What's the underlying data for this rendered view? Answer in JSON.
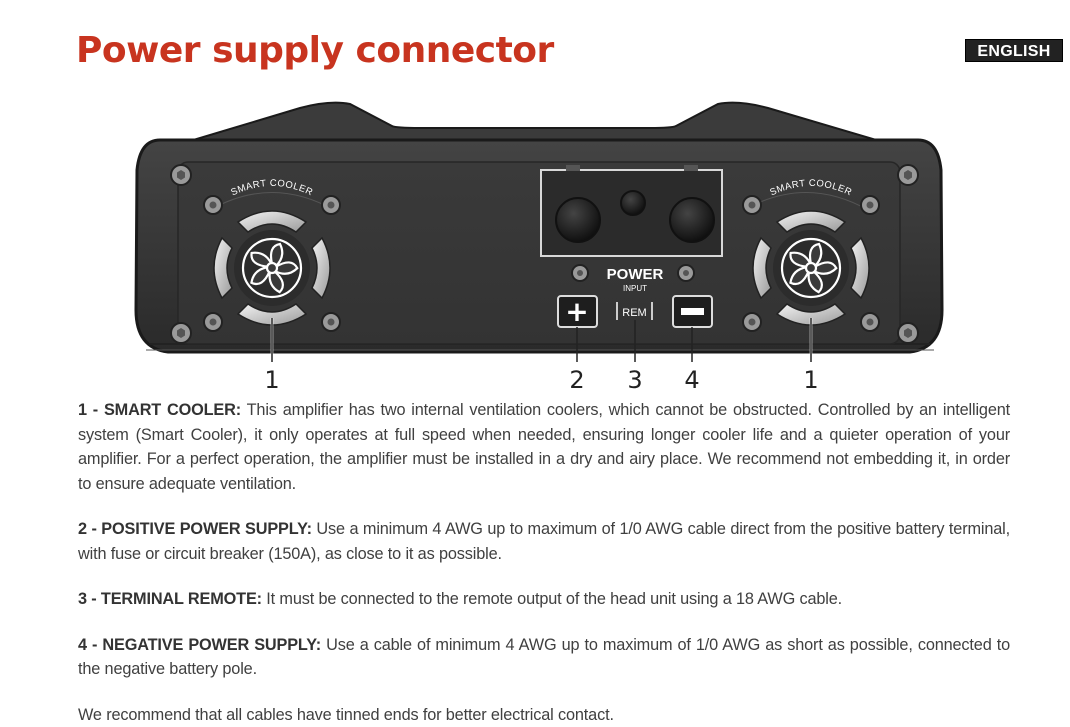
{
  "page": {
    "title": "Power supply connector",
    "language_badge": "ENGLISH"
  },
  "diagram": {
    "smart_cooler_label": "SMART COOLER",
    "power_label": "POWER",
    "input_label": "INPUT",
    "plus_symbol": "+",
    "rem_label": "REM",
    "callouts": [
      "1",
      "2",
      "3",
      "4",
      "1"
    ]
  },
  "sections": [
    {
      "term": "1 - SMART COOLER:",
      "text": " This amplifier has two internal ventilation coolers, which cannot be obstructed. Controlled by an intelligent system (Smart Cooler), it only operates at full speed when needed, ensuring longer cooler life and a quieter operation of your amplifier. For a perfect operation, the amplifier must be installed in a dry and airy place. We recommend not embedding it, in order to ensure adequate ventilation."
    },
    {
      "term": "2 - POSITIVE POWER SUPPLY:",
      "text": " Use a minimum 4 AWG up to maximum of 1/0 AWG cable direct from the positive battery terminal, with fuse or circuit breaker (150A), as close to it as possible."
    },
    {
      "term": "3 - TERMINAL REMOTE:",
      "text": " It must be connected to the remote output of the head unit using a 18 AWG cable."
    },
    {
      "term": "4 - NEGATIVE POWER SUPPLY:",
      "text": " Use a cable of minimum 4 AWG up to maximum of 1/0 AWG as short as possible, connected to the negative battery pole."
    }
  ],
  "footer_note": "We recommend that all cables have tinned ends for better electrical contact."
}
